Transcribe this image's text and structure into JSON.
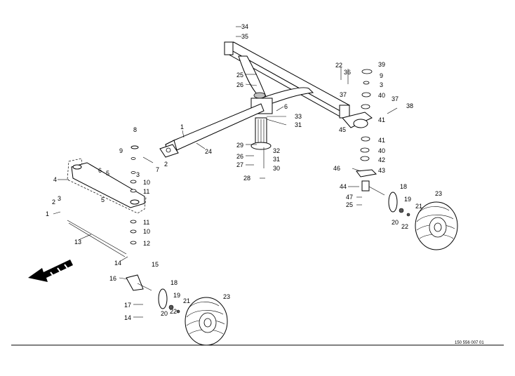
{
  "drawing_ref": "150 556 007 01",
  "callouts": {
    "c1": "1",
    "c1b": "1",
    "c2": "2",
    "c2b": "2",
    "c3": "3",
    "c3b": "3",
    "c3c": "3",
    "c4": "4",
    "c5": "5",
    "c5b": "5",
    "c6": "6",
    "c6b": "6",
    "c7": "7",
    "c8": "8",
    "c9": "9",
    "c9b": "9",
    "c10": "10",
    "c10b": "10",
    "c11": "11",
    "c11b": "11",
    "c12": "12",
    "c13": "13",
    "c14": "14",
    "c14b": "14",
    "c15": "15",
    "c16": "16",
    "c17": "17",
    "c18": "18",
    "c18b": "18",
    "c19": "19",
    "c19b": "19",
    "c20": "20",
    "c20b": "20",
    "c21": "21",
    "c21b": "21",
    "c22": "22",
    "c22b": "22",
    "c22c": "22",
    "c23": "23",
    "c23b": "23",
    "c24": "24",
    "c25": "25",
    "c25b": "25",
    "c26": "26",
    "c26b": "26",
    "c27": "27",
    "c28": "28",
    "c29": "29",
    "c30": "30",
    "c31": "31",
    "c31b": "31",
    "c32": "32",
    "c33": "33",
    "c34": "34",
    "c35": "35",
    "c36": "36",
    "c37": "37",
    "c37b": "37",
    "c38": "38",
    "c39": "39",
    "c40": "40",
    "c40b": "40",
    "c41": "41",
    "c41b": "41",
    "c42": "42",
    "c43": "43",
    "c44": "44",
    "c45": "45",
    "c46": "46",
    "c47": "47"
  }
}
